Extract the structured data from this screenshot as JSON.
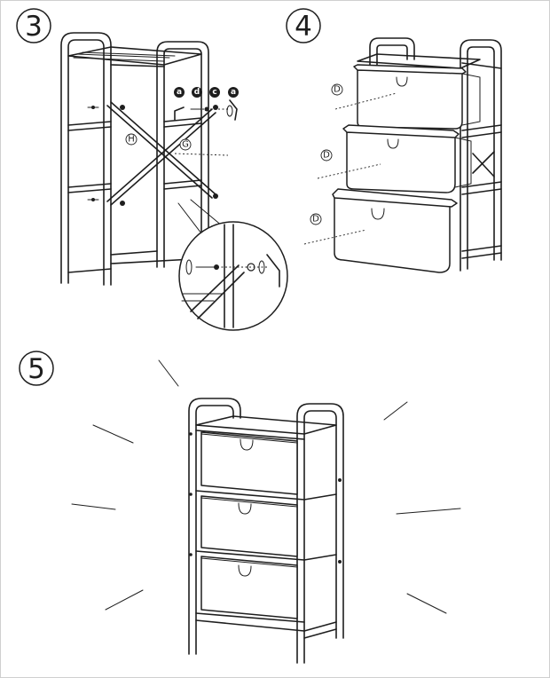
{
  "steps": [
    {
      "number": "3",
      "icon": "circled-number-icon"
    },
    {
      "number": "4",
      "icon": "circled-number-icon"
    },
    {
      "number": "5",
      "icon": "circled-number-icon"
    }
  ],
  "step3": {
    "hardware_labels": [
      "a",
      "d",
      "c",
      "a"
    ],
    "part_labels": [
      "H",
      "G"
    ]
  },
  "step4": {
    "part_labels": [
      "D",
      "D",
      "D"
    ]
  },
  "colors": {
    "ink": "#1e1e1e",
    "paper": "#ffffff",
    "border": "#cfcfcf"
  }
}
